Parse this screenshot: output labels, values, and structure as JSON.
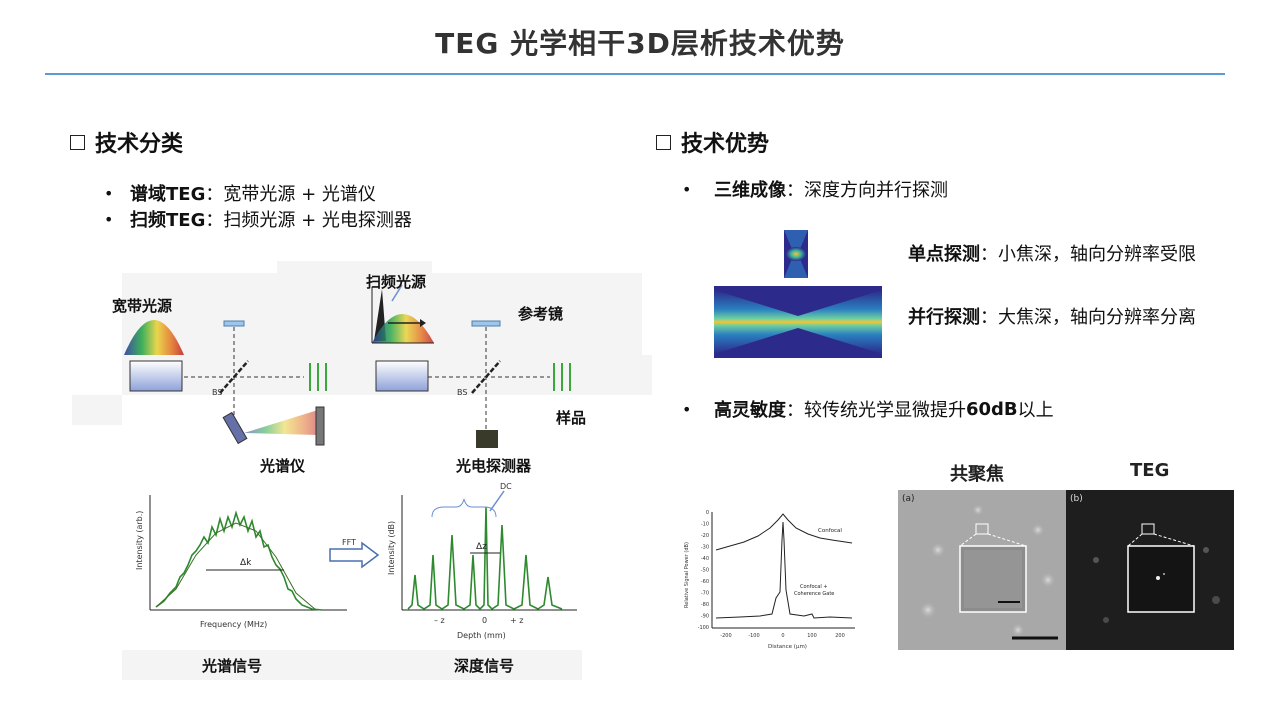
{
  "header": {
    "title": "TEG 光学相干3D层析技术优势"
  },
  "left": {
    "heading": "技术分类",
    "bullets": [
      {
        "term": "谱域TEG",
        "sep": "：",
        "desc": "宽带光源 + 光谱仪"
      },
      {
        "term": "扫频TEG",
        "sep": "：",
        "desc": "扫频光源 + 光电探测器"
      }
    ],
    "figure": {
      "broadband_source": "宽带光源",
      "swept_source": "扫频光源",
      "reference_mirror": "参考镜",
      "sample": "样品",
      "spectrometer": "光谱仪",
      "photodetector": "光电探测器",
      "bs": "BS",
      "fft": "FFT",
      "dc": "DC",
      "delta_k": "Δk",
      "delta_z": "Δz",
      "minus_z": "– z",
      "zero": "0",
      "plus_z": "+ z",
      "intensity_arb": "Intensity (arb.)",
      "intensity_db": "Intensity (dB)",
      "frequency": "Frequency (MHz)",
      "depth": "Depth (mm)",
      "spectral_signal": "光谱信号",
      "depth_signal": "深度信号"
    }
  },
  "right": {
    "heading": "技术优势",
    "bullet1": {
      "term": "三维成像",
      "sep": "：",
      "desc": "深度方向并行探测"
    },
    "single_point": {
      "term": "单点探测",
      "sep": "：",
      "desc": "小焦深，轴向分辨率受限"
    },
    "parallel": {
      "term": "并行探测",
      "sep": "：",
      "desc": "大焦深，轴向分辨率分离"
    },
    "bullet2": {
      "term": "高灵敏度",
      "sep": "：",
      "desc_pre": "较传统光学显微提升",
      "highlight": "60dB",
      "desc_post": "以上"
    },
    "graph": {
      "ylabel": "Relative Signal Power (dB)",
      "xlabel": "Distance (μm)",
      "yticks": [
        "0",
        "-10",
        "-20",
        "-30",
        "-40",
        "-50",
        "-60",
        "-70",
        "-80",
        "-90",
        "-100"
      ],
      "xticks": [
        "-200",
        "-100",
        "0",
        "100",
        "200"
      ],
      "confocal": "Confocal",
      "coherence_1": "Confocal +",
      "coherence_2": "Coherence Gate"
    },
    "compare": {
      "left_caption": "共聚焦",
      "right_caption": "TEG",
      "tag_a": "(a)",
      "tag_b": "(b)"
    }
  }
}
